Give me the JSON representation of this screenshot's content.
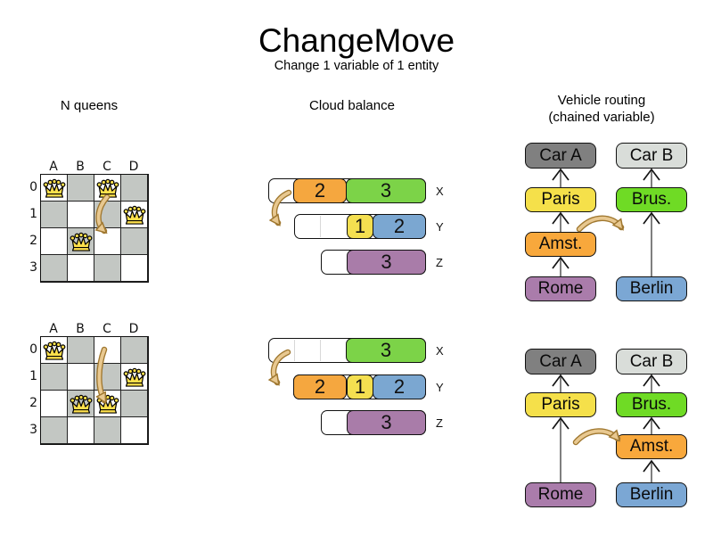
{
  "title": "ChangeMove",
  "subtitle": "Change 1 variable of 1 entity",
  "nqueens": {
    "label": "N queens",
    "columns": [
      "A",
      "B",
      "C",
      "D"
    ],
    "rows": [
      "0",
      "1",
      "2",
      "3"
    ],
    "before_queens": [
      "A0",
      "C0",
      "D1",
      "B2"
    ],
    "after_queens": [
      "A0",
      "D1",
      "B2",
      "C2"
    ],
    "move": {
      "from": "C0",
      "to": "C2"
    }
  },
  "cloud": {
    "label": "Cloud balance",
    "machines": [
      "X",
      "Y",
      "Z"
    ],
    "before": {
      "X": {
        "empty_units": 1,
        "blocks": [
          {
            "value": "2",
            "color": "orange"
          },
          {
            "value": "3",
            "color": "green"
          }
        ]
      },
      "Y": {
        "empty_units": 2,
        "blocks": [
          {
            "value": "1",
            "color": "yellow"
          },
          {
            "value": "2",
            "color": "blue"
          }
        ]
      },
      "Z": {
        "empty_units": 1,
        "blocks": [
          {
            "value": "3",
            "color": "purple"
          }
        ]
      }
    },
    "after": {
      "X": {
        "empty_units": 3,
        "blocks": [
          {
            "value": "3",
            "color": "green"
          }
        ]
      },
      "Y": {
        "empty_units": 0,
        "blocks": [
          {
            "value": "2",
            "color": "orange"
          },
          {
            "value": "1",
            "color": "yellow"
          },
          {
            "value": "2",
            "color": "blue"
          }
        ]
      },
      "Z": {
        "empty_units": 1,
        "blocks": [
          {
            "value": "3",
            "color": "purple"
          }
        ]
      }
    },
    "move": {
      "process": "2",
      "from": "X",
      "to": "Y"
    }
  },
  "vehicle": {
    "label": "Vehicle routing",
    "sublabel": "(chained variable)",
    "nodes": {
      "car_a": "Car A",
      "car_b": "Car B",
      "paris": "Paris",
      "brussels": "Brus.",
      "amsterdam": "Amst.",
      "rome": "Rome",
      "berlin": "Berlin"
    },
    "before": {
      "car_a_chain": [
        "Rome",
        "Amst.",
        "Paris",
        "Car A"
      ],
      "car_b_chain": [
        "Berlin",
        "Brus.",
        "Car B"
      ]
    },
    "after": {
      "car_a_chain": [
        "Rome",
        "Paris",
        "Car A"
      ],
      "car_b_chain": [
        "Berlin",
        "Amst.",
        "Brus.",
        "Car B"
      ]
    },
    "move": {
      "entity": "Amst.",
      "from_chain": "Car A",
      "to_chain": "Car B"
    }
  },
  "colors": {
    "orange": "#F5A73F",
    "green": "#7CD348",
    "yellow": "#F4DF50",
    "blue": "#7BA7D1",
    "purple": "#A97CA9",
    "car_a": "#808080",
    "car_b": "#D9DDD9",
    "paris": "#F5E04A",
    "brussels": "#6FDB25",
    "amsterdam": "#F8A83C",
    "rome": "#AA7CAB",
    "berlin": "#7BA7D4",
    "board_dark": "#C3C7C3",
    "queen_gold": "#FFE14C",
    "arrow_fill": "#E8C890",
    "arrow_outline": "#A07830"
  }
}
